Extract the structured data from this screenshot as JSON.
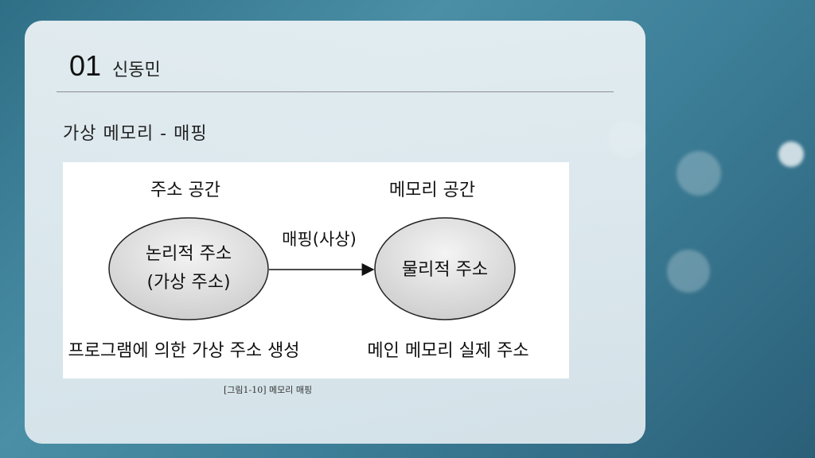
{
  "slide": {
    "number": "01",
    "presenter": "신동민",
    "subtitle": "가상 메모리 - 매핑",
    "caption": "[그림1-10] 메모리 매핑"
  },
  "diagram": {
    "left_top_label": "주소 공간",
    "left_ellipse_line1": "논리적 주소",
    "left_ellipse_line2": "(가상 주소)",
    "arrow_label": "매핑(사상)",
    "right_top_label": "메모리 공간",
    "right_ellipse_label": "물리적 주소",
    "left_bottom_label": "프로그램에 의한 가상 주소 생성",
    "right_bottom_label": "메인 메모리 실제 주소"
  }
}
